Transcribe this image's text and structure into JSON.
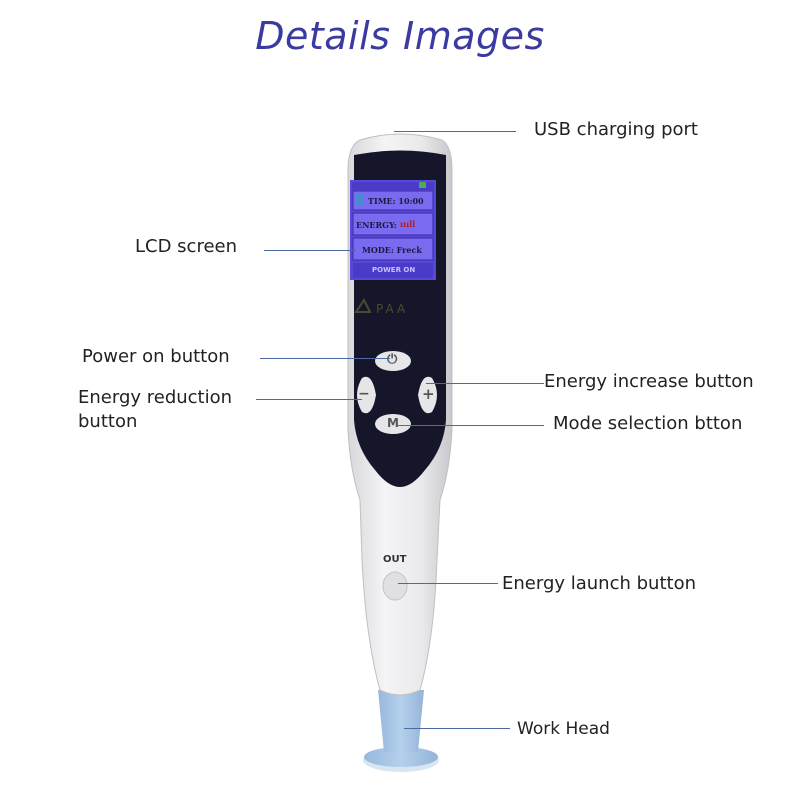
{
  "title": "Details Images",
  "labels": {
    "usb": "USB charging port",
    "lcd": "LCD screen",
    "power": "Power on button",
    "energy_reduction_1": "Energy reduction",
    "energy_reduction_2": "button",
    "energy_increase": "Energy increase button",
    "mode": "Mode selection btton",
    "launch": "Energy launch button",
    "work_head": "Work Head"
  },
  "device": {
    "lcd": {
      "time": "TIME: 10:00",
      "energy": "ENERGY: ",
      "energy_bars": "ıııll",
      "mode": "MODE: Freck",
      "status": "POWER ON"
    },
    "logo_text": "PAA",
    "buttons": {
      "power": "⏻",
      "minus": "−",
      "plus": "+",
      "mode": "M"
    },
    "out_label": "OUT"
  },
  "colors": {
    "title": "#3a3aa0",
    "leader_line": "#4a6aa0",
    "body": "#e8e8ea",
    "panel": "#1a1a2a",
    "lcd": "#5a4ee0",
    "work_head": "#a8c8e8"
  }
}
